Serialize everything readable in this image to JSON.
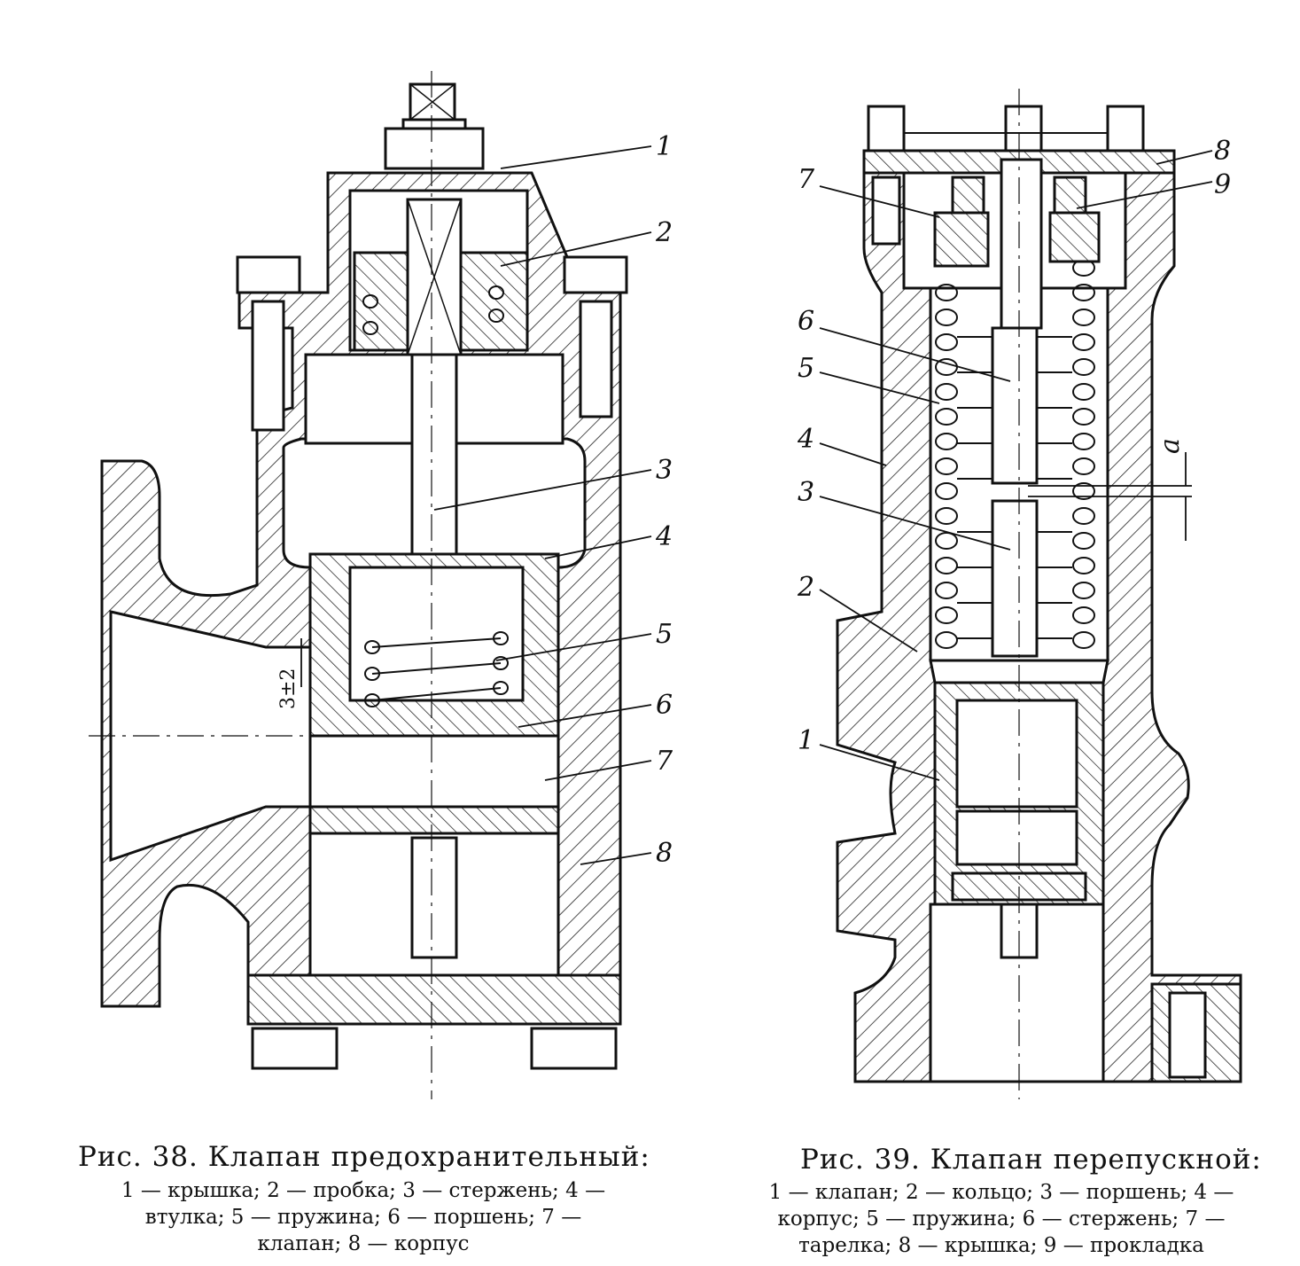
{
  "figures": [
    {
      "id": "fig38",
      "caption_title": "Рис. 38. Клапан предохранительный:",
      "caption_lines": [
        "1 — крышка; 2 — пробка; 3 — стержень; 4 —",
        "втулка; 5 — пружина; 6 — поршень; 7 —",
        "клапан; 8 — корпус"
      ],
      "callouts": [
        "1",
        "2",
        "3",
        "4",
        "5",
        "6",
        "7",
        "8"
      ],
      "dimension": "3±2"
    },
    {
      "id": "fig39",
      "caption_title": "Рис. 39. Клапан перепускной:",
      "caption_lines": [
        "1 — клапан; 2 — кольцо; 3 — поршень; 4 —",
        "корпус; 5 — пружина; 6 — стержень; 7 —",
        "тарелка; 8 — крышка; 9 — прокладка"
      ],
      "callouts": [
        "8",
        "9",
        "7",
        "6",
        "5",
        "4",
        "3",
        "2",
        "1"
      ],
      "dimension": "a"
    }
  ],
  "colors": {
    "ink": "#111111",
    "paper": "#ffffff"
  }
}
